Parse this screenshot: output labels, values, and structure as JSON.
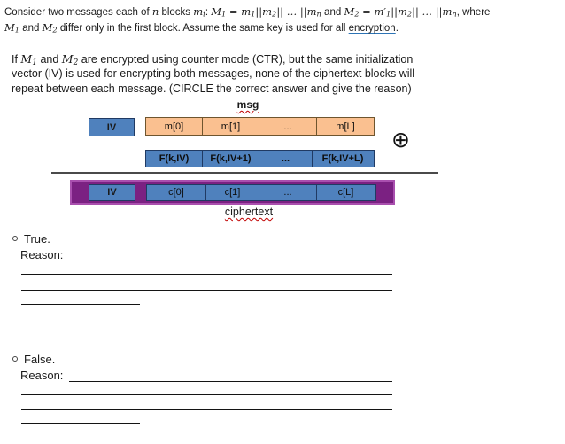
{
  "colors": {
    "blue": "#4f81bd",
    "peach": "#fac090",
    "purple": "#7b2182",
    "purple_border": "#a94fae",
    "navy_border": "#203a63",
    "peach_border": "#6e552e",
    "divider": "#4a4a4a",
    "squiggle_red": "#c00000",
    "grammar_blue": "#2e74b5"
  },
  "intro": {
    "line1": [
      {
        "t": "Consider two messages each of ",
        "s": "plain"
      },
      {
        "t": "n",
        "s": "math"
      },
      {
        "t": " blocks ",
        "s": "plain"
      },
      {
        "t": "m",
        "s": "math"
      },
      {
        "t": "i",
        "s": "msub"
      },
      {
        "t": ": ",
        "s": "plain"
      },
      {
        "t": "M",
        "s": "math"
      },
      {
        "t": "1",
        "s": "msub"
      },
      {
        "t": " = ",
        "s": "math"
      },
      {
        "t": "m",
        "s": "math"
      },
      {
        "t": "1",
        "s": "msub"
      },
      {
        "t": "||",
        "s": "math"
      },
      {
        "t": "m",
        "s": "math"
      },
      {
        "t": "2",
        "s": "msub"
      },
      {
        "t": "|| … ||",
        "s": "math"
      },
      {
        "t": "m",
        "s": "math"
      },
      {
        "t": "n",
        "s": "msub"
      },
      {
        "t": " and ",
        "s": "plain"
      },
      {
        "t": "M",
        "s": "math"
      },
      {
        "t": "2",
        "s": "msub"
      },
      {
        "t": " = ",
        "s": "math"
      },
      {
        "t": "m′",
        "s": "math"
      },
      {
        "t": "1",
        "s": "msub"
      },
      {
        "t": "||",
        "s": "math"
      },
      {
        "t": "m",
        "s": "math"
      },
      {
        "t": "2",
        "s": "msub"
      },
      {
        "t": "|| … ||",
        "s": "math"
      },
      {
        "t": "m",
        "s": "math"
      },
      {
        "t": "n",
        "s": "msub"
      },
      {
        "t": ", where",
        "s": "plain"
      }
    ],
    "line2": [
      {
        "t": "M",
        "s": "math"
      },
      {
        "t": "1",
        "s": "msub"
      },
      {
        "t": " and ",
        "s": "plain"
      },
      {
        "t": "M",
        "s": "math"
      },
      {
        "t": "2",
        "s": "msub"
      },
      {
        "t": " differ only in the first block. Assume the same key is used for all ",
        "s": "plain"
      },
      {
        "t": "encryption",
        "s": "grammar"
      },
      {
        "t": ".",
        "s": "plain"
      }
    ]
  },
  "question": {
    "line1": [
      {
        "t": "If ",
        "s": "plain"
      },
      {
        "t": "M",
        "s": "math"
      },
      {
        "t": "1",
        "s": "msub"
      },
      {
        "t": " and ",
        "s": "plain"
      },
      {
        "t": "M",
        "s": "math"
      },
      {
        "t": "2",
        "s": "msub"
      },
      {
        "t": " are encrypted using counter mode (CTR), but the same initialization",
        "s": "plain"
      }
    ],
    "line2": [
      {
        "t": "vector (IV) is used for encrypting both messages, none of the ciphertext blocks will",
        "s": "plain"
      }
    ],
    "line3": [
      {
        "t": "repeat between each message. (CIRCLE the correct answer and give the reason)",
        "s": "plain"
      }
    ]
  },
  "diagram": {
    "msg_label": "msg",
    "iv_label": "IV",
    "msg_cells": [
      "m[0]",
      "m[1]",
      "...",
      "m[L]"
    ],
    "f_cells": [
      "F(k,IV)",
      "F(k,IV+1)",
      "...",
      "F(k,IV+L)"
    ],
    "xor_symbol": "⊕",
    "cipher_iv_label": "IV",
    "cipher_cells": [
      "c[0]",
      "c[1]",
      "...",
      "c[L]"
    ],
    "ciphertext_label": "ciphertext"
  },
  "answers": {
    "true_option": {
      "label": "True.",
      "reason_label": "Reason:"
    },
    "false_option": {
      "label": "False.",
      "reason_label": "Reason:"
    }
  }
}
